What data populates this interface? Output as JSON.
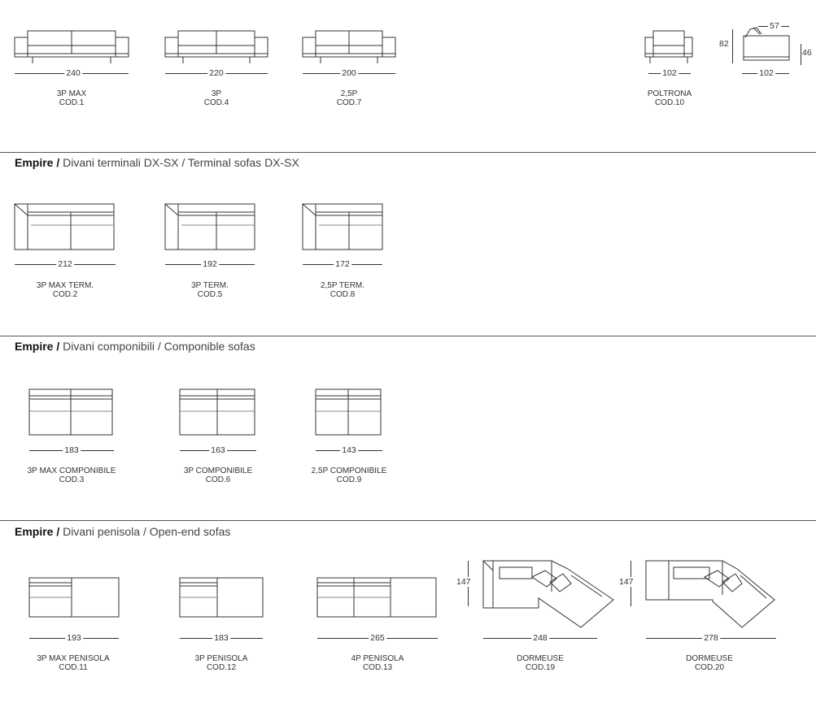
{
  "sections": [
    {
      "brand": "Empire",
      "sep": "/",
      "subtitle": "Divani terminali DX-SX / Terminal sofas DX-SX"
    },
    {
      "brand": "Empire",
      "sep": "/",
      "subtitle": "Divani componibili / Componible sofas"
    },
    {
      "brand": "Empire",
      "sep": "/",
      "subtitle": "Divani penisola / Open-end sofas"
    }
  ],
  "row1": [
    {
      "dim": "240",
      "name": "3P MAX",
      "code": "COD.1"
    },
    {
      "dim": "220",
      "name": "3P",
      "code": "COD.4"
    },
    {
      "dim": "200",
      "name": "2,5P",
      "code": "COD.7"
    },
    {
      "dim": "102",
      "name": "POLTRONA",
      "code": "COD.10"
    }
  ],
  "side_view": {
    "width": "102",
    "depth": "57",
    "height": "82",
    "seat_height": "46"
  },
  "row2": [
    {
      "dim": "212",
      "name": "3P MAX TERM.",
      "code": "COD.2"
    },
    {
      "dim": "192",
      "name": "3P TERM.",
      "code": "COD.5"
    },
    {
      "dim": "172",
      "name": "2,5P TERM.",
      "code": "COD.8"
    }
  ],
  "row3": [
    {
      "dim": "183",
      "name": "3P MAX COMPONIBILE",
      "code": "COD.3"
    },
    {
      "dim": "163",
      "name": "3P COMPONIBILE",
      "code": "COD.6"
    },
    {
      "dim": "143",
      "name": "2,5P COMPONIBILE",
      "code": "COD.9"
    }
  ],
  "row4": [
    {
      "dim": "193",
      "name": "3P MAX PENISOLA",
      "code": "COD.11"
    },
    {
      "dim": "183",
      "name": "3P PENISOLA",
      "code": "COD.12"
    },
    {
      "dim": "265",
      "name": "4P PENISOLA",
      "code": "COD.13"
    },
    {
      "dim": "248",
      "name": "DORMEUSE",
      "code": "COD.19",
      "depth": "147"
    },
    {
      "dim": "278",
      "name": "DORMEUSE",
      "code": "COD.20",
      "depth": "147"
    }
  ]
}
